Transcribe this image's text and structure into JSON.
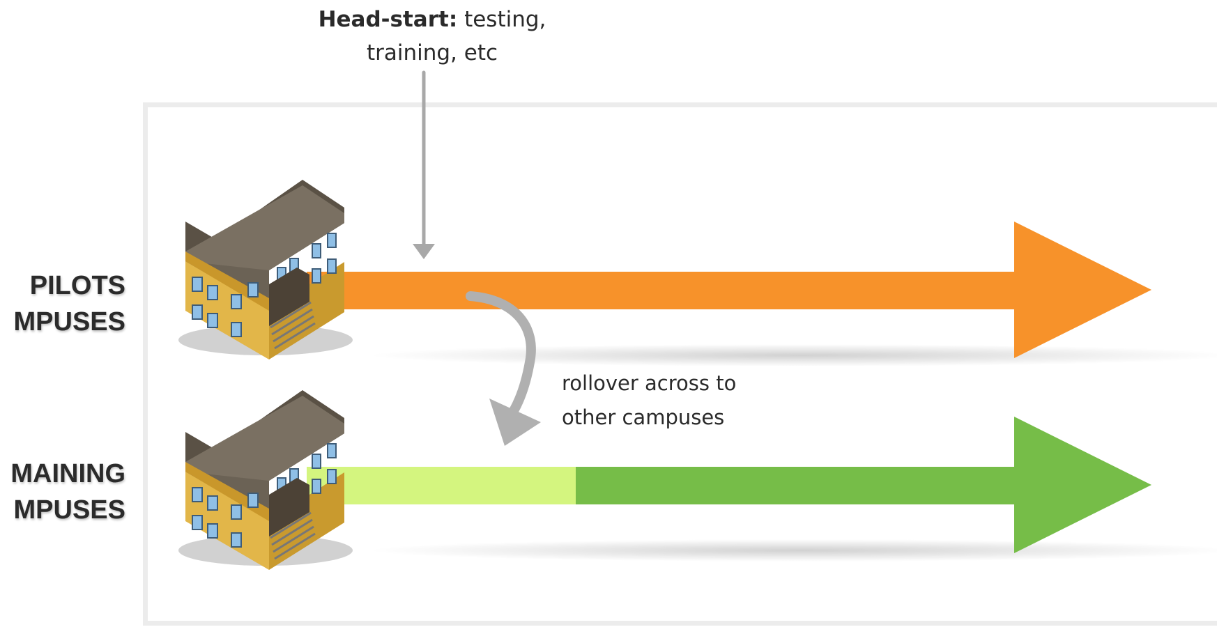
{
  "annotations": {
    "headstart_bold": "Head-start:",
    "headstart_rest_line1": " testing,",
    "headstart_line2": "training, etc",
    "rollover_line1": "rollover across to",
    "rollover_line2": "other campuses"
  },
  "rows": [
    {
      "label_line1": "PILOTS",
      "label_line2": "MPUSES",
      "arrow_color": "#f7922a",
      "building_icon": "school-building-icon"
    },
    {
      "label_line1": "MAINING",
      "label_line2": "MPUSES",
      "arrow_color": "#76bd48",
      "headstart_color": "#d4f57f",
      "building_icon": "school-building-icon"
    }
  ]
}
